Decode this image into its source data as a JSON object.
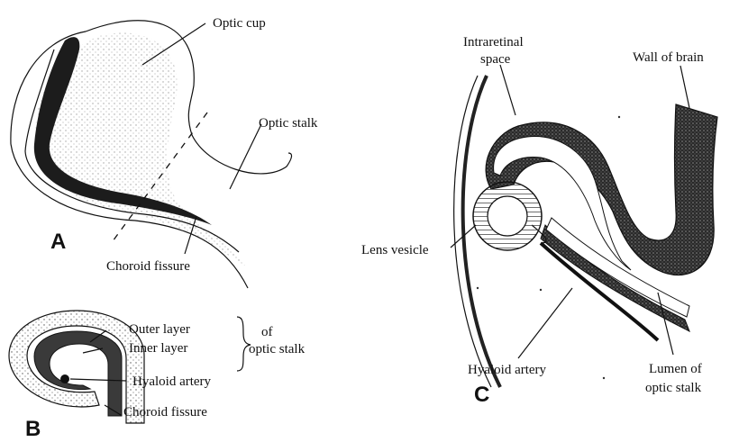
{
  "panels": {
    "a": "A",
    "b": "B",
    "c": "C"
  },
  "labels_a": {
    "optic_cup": "Optic cup",
    "optic_stalk": "Optic stalk",
    "choroid_fissure": "Choroid fissure"
  },
  "labels_b": {
    "outer_layer": "Outer layer",
    "inner_layer": "Inner layer",
    "of": "of",
    "optic_stalk": "optic stalk",
    "hyaloid_artery": "Hyaloid artery",
    "choroid_fissure": "Choroid fissure"
  },
  "labels_c": {
    "intraretinal_line1": "Intraretinal",
    "intraretinal_line2": "space",
    "wall_of_brain": "Wall of brain",
    "lens_vesicle": "Lens vesicle",
    "hyaloid_artery": "Hyaloid artery",
    "lumen_line1": "Lumen of",
    "lumen_line2": "optic stalk"
  }
}
